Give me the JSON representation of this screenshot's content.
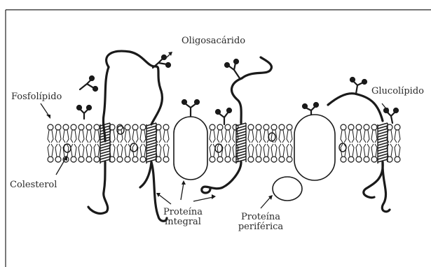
{
  "labels": {
    "oligosacarido": "Oligosacárido",
    "fosfolipido": "Fosfolípido",
    "glucolipido": "Glucolípido",
    "colesterol": "Colesterol",
    "proteina_integral_1": "Proteína",
    "proteina_integral_2": "integral",
    "proteina_periferica_1": "Proteína",
    "proteina_periferica_2": "periférica"
  },
  "colors": {
    "ink": "#1a1a1a",
    "background": "#ffffff"
  }
}
